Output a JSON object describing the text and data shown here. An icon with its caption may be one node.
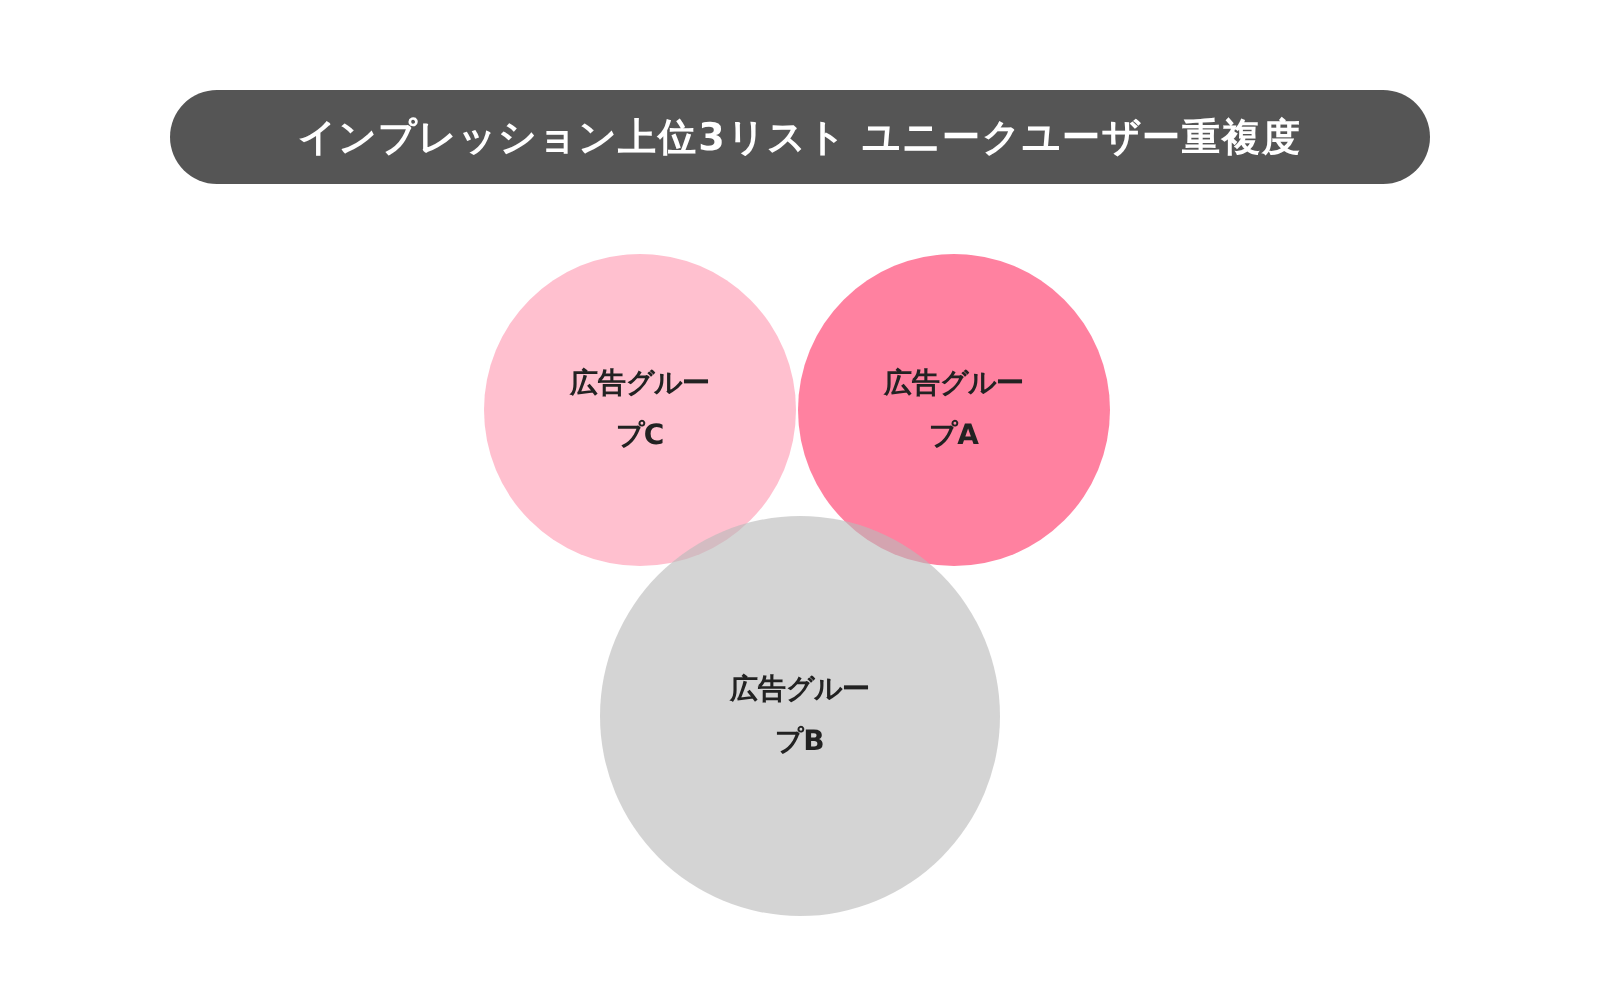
{
  "diagram": {
    "title": "インプレッション上位3リスト ユニークユーザー重複度",
    "nodes": [
      {
        "text": [
          "広告グループC"
        ]
      },
      {
        "text": [
          "広告グループA"
        ]
      },
      {
        "text": [
          "広告グループB"
        ]
      }
    ]
  }
}
